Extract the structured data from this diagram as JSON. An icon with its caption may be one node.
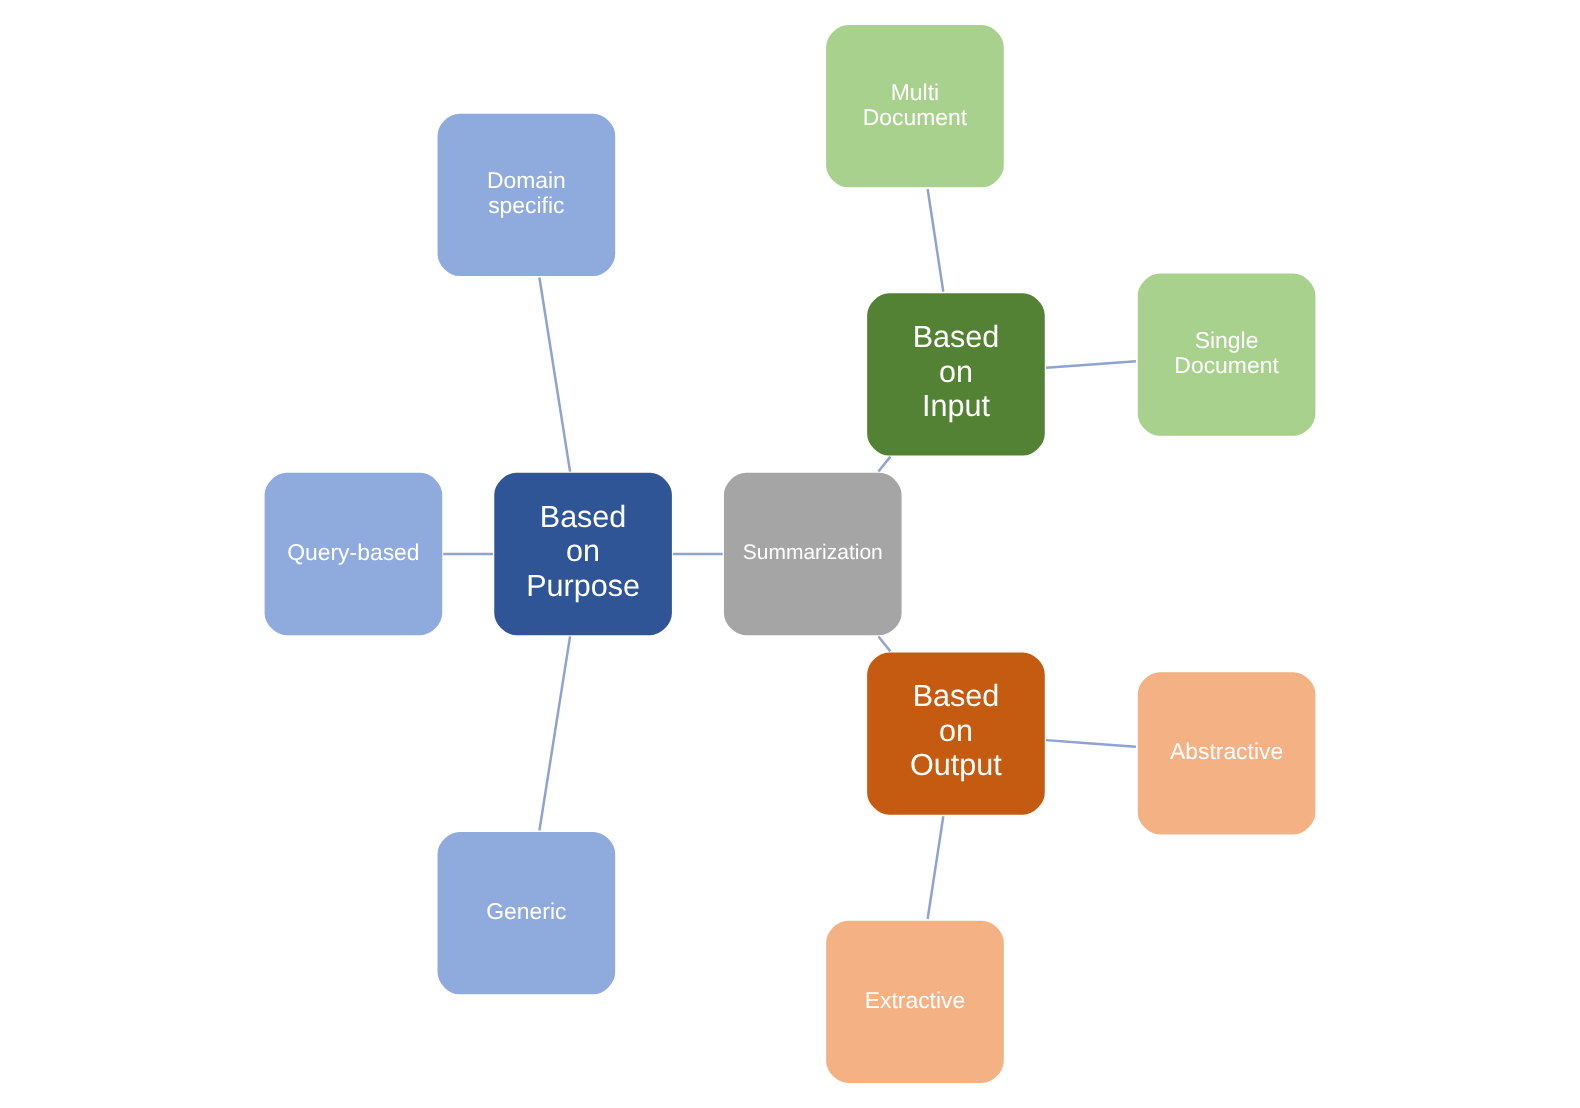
{
  "diagram": {
    "nodes": [
      {
        "text": [
          "Summarization"
        ]
      },
      {
        "text": [
          "Based on Input"
        ]
      },
      {
        "text": [
          "Single Document"
        ]
      },
      {
        "text": [
          "Multi Document"
        ]
      },
      {
        "text": [
          "Based on Purpose"
        ]
      },
      {
        "text": [
          "Domain specific"
        ]
      },
      {
        "text": [
          "Query-based"
        ]
      },
      {
        "text": [
          "Generic"
        ]
      },
      {
        "text": [
          "Based on Output"
        ]
      },
      {
        "text": [
          "Extractive"
        ]
      },
      {
        "text": [
          "Abstractive"
        ]
      }
    ],
    "edges": [
      {
        "from": 0,
        "to": 1,
        "arrow": "none"
      },
      {
        "from": 1,
        "to": 2,
        "arrow": "none"
      },
      {
        "from": 1,
        "to": 3,
        "arrow": "none"
      },
      {
        "from": 0,
        "to": 4,
        "arrow": "none"
      },
      {
        "from": 4,
        "to": 5,
        "arrow": "none"
      },
      {
        "from": 4,
        "to": 6,
        "arrow": "none"
      },
      {
        "from": 4,
        "to": 7,
        "arrow": "none"
      },
      {
        "from": 0,
        "to": 8,
        "arrow": "none"
      },
      {
        "from": 8,
        "to": 9,
        "arrow": "none"
      },
      {
        "from": 8,
        "to": 10,
        "arrow": "none"
      }
    ]
  }
}
